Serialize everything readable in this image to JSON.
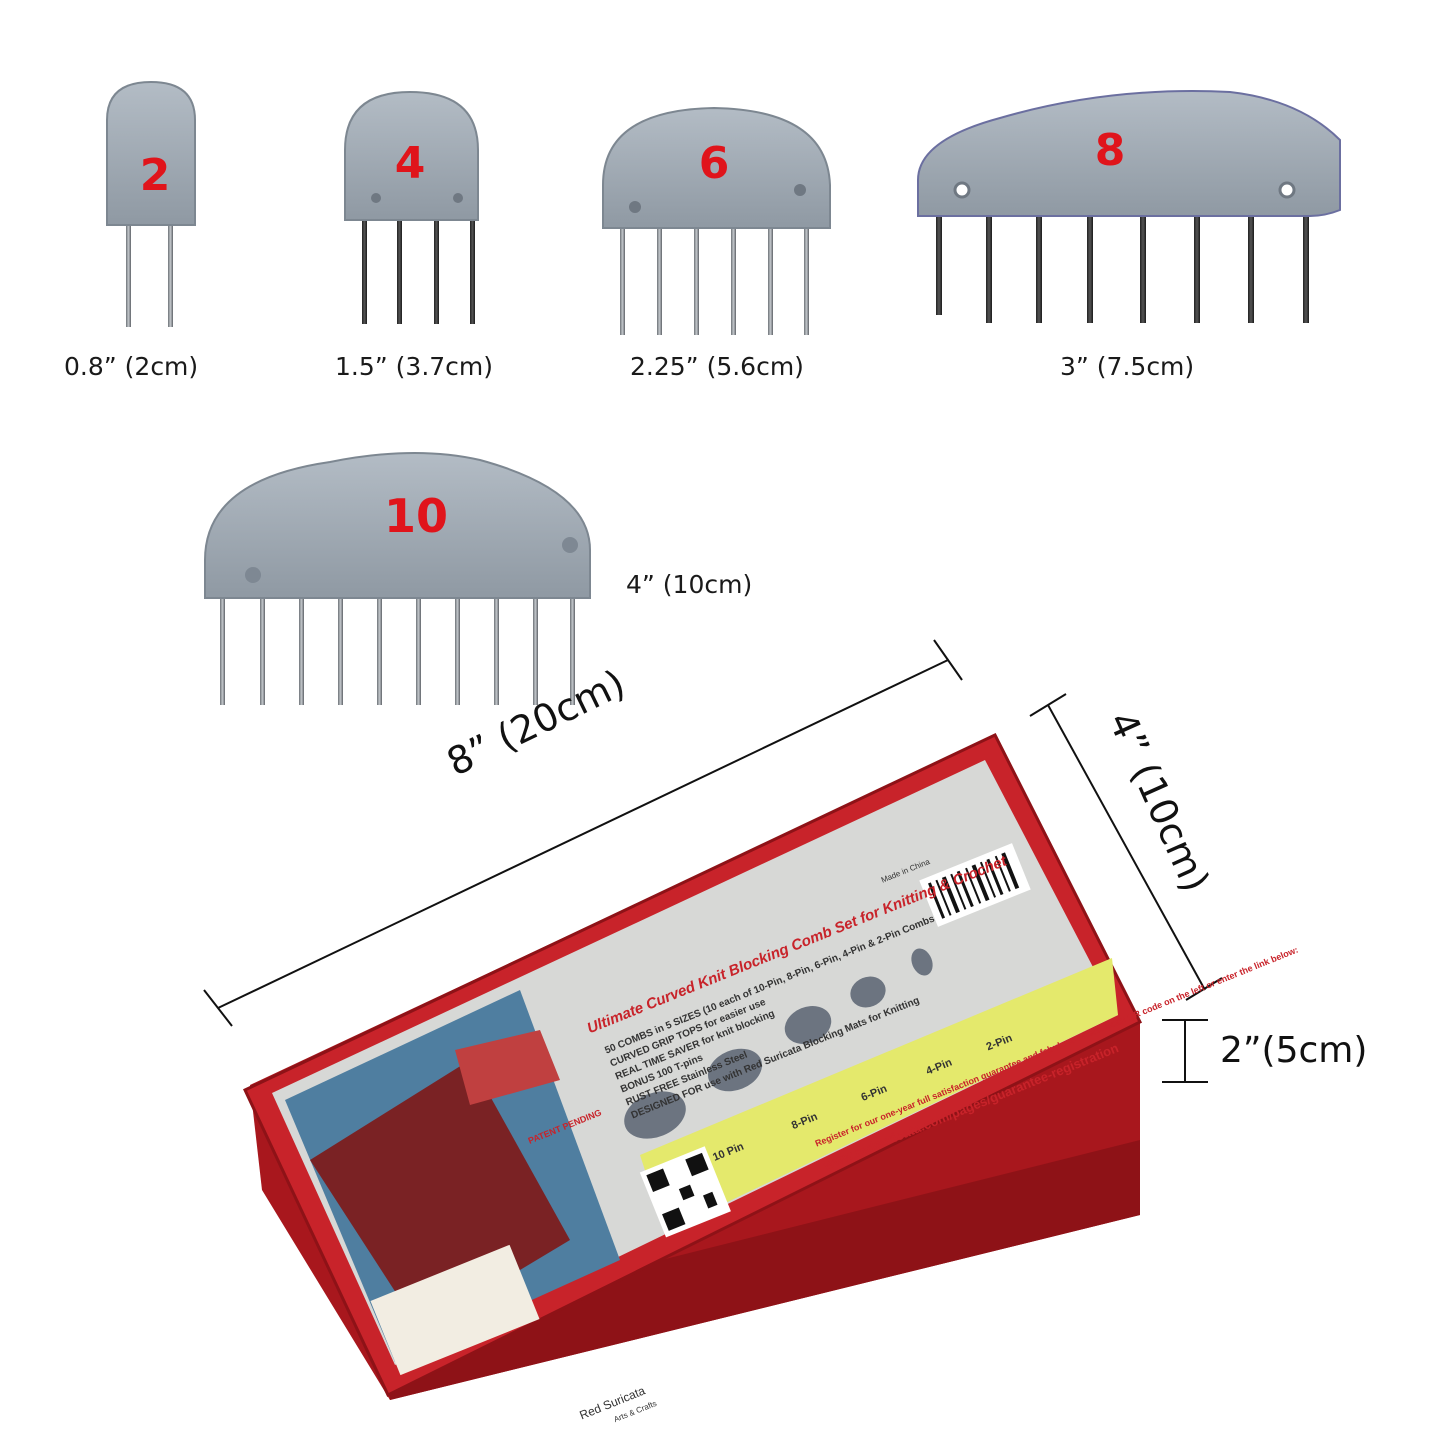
{
  "combs": [
    {
      "number": "2",
      "size": "0.8” (2cm)"
    },
    {
      "number": "4",
      "size": "1.5” (3.7cm)"
    },
    {
      "number": "6",
      "size": "2.25” (5.6cm)"
    },
    {
      "number": "8",
      "size": "3” (7.5cm)"
    },
    {
      "number": "10",
      "size": "4” (10cm)"
    }
  ],
  "box_dimensions": {
    "length": "8” (20cm)",
    "width": "4” (10cm)",
    "height": "2”(5cm)"
  },
  "box_label": {
    "title": "Ultimate Curved Knit Blocking Comb Set for Knitting & Crochet",
    "features": [
      "50 COMBS in 5 SIZES (10 each of 10-Pin, 8-Pin, 6-Pin, 4-Pin & 2-Pin Combs",
      "CURVED GRIP TOPS for easier use",
      "REAL TIME SAVER for knit blocking",
      "BONUS 100 T-pins",
      "RUST FREE Stainless Steel",
      "DESIGNED FOR use with Red Suricata Blocking Mats for Knitting"
    ],
    "pin_labels": [
      "10 Pin",
      "8-Pin",
      "6-Pin",
      "4-Pin",
      "2-Pin"
    ],
    "made_in": "Made in China",
    "register": "Register for our one-year full satisfaction guarantee and fabulous offers. Scan QR code on the left or enter the link below:",
    "url": "www.redsuricata.com/pages/guarantee-registration",
    "patent": "PATENT PENDING",
    "brand": "Red Suricata",
    "brand_sub": "Arts & Crafts"
  },
  "colors": {
    "comb_body": "#9aa4ae",
    "number": "#e0141b",
    "box_red": "#c8232a",
    "label_yellow": "#e8e86a"
  }
}
